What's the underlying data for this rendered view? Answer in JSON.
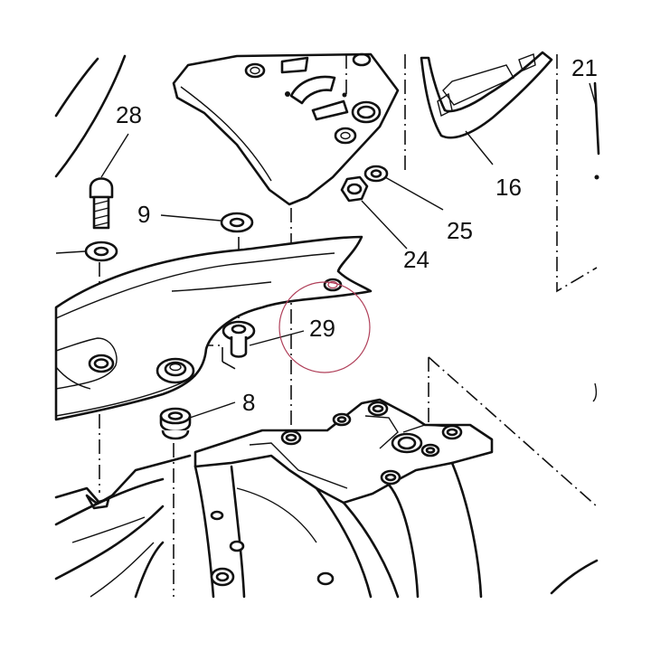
{
  "diagram": {
    "callouts": [
      {
        "id": "28",
        "text": "28"
      },
      {
        "id": "9",
        "text": "9"
      },
      {
        "id": "29",
        "text": "29"
      },
      {
        "id": "8",
        "text": "8"
      },
      {
        "id": "24",
        "text": "24"
      },
      {
        "id": "25",
        "text": "25"
      },
      {
        "id": "16",
        "text": "16"
      },
      {
        "id": "21",
        "text": "21"
      }
    ],
    "highlight_colors": {
      "circle": "#b0405a"
    }
  }
}
